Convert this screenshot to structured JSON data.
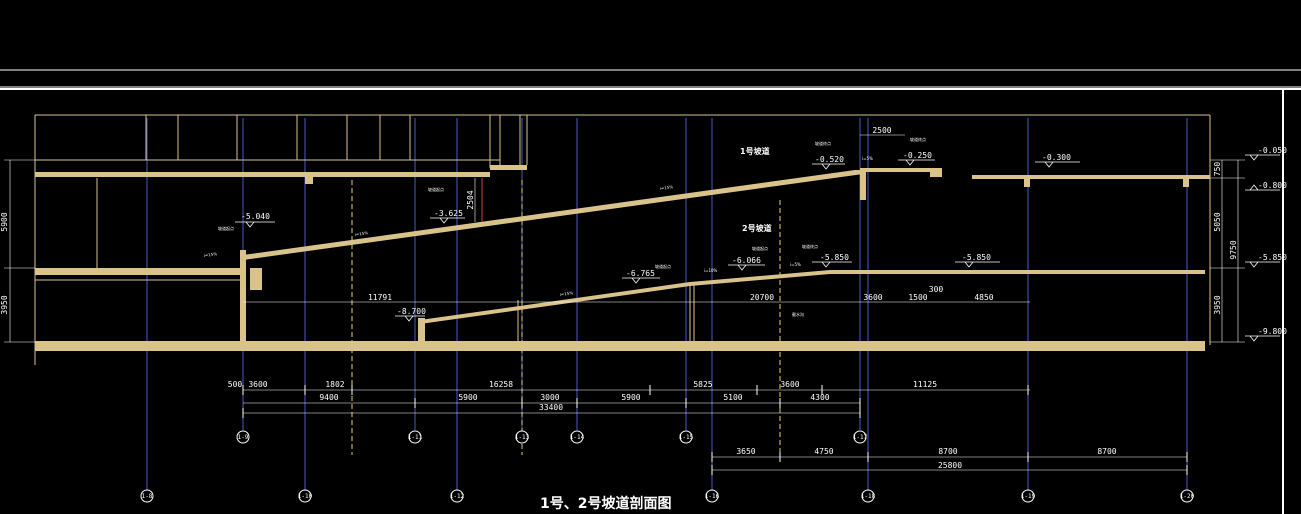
{
  "title": "1号、2号坡道剖面图",
  "colors": {
    "background": "#000000",
    "structure": "#d9c38a",
    "grid_line": "#4f58c8",
    "dimension": "#ffffff",
    "section_line": "#e0d26a",
    "leader": "#e03a3a"
  },
  "ramp_labels": {
    "ramp1": "1号坡道",
    "ramp2": "2号坡道"
  },
  "elevations_left": {
    "e_5040": "-5.040",
    "e_3625": "-3.625",
    "e_8700": "-8.700",
    "e_6765": "-6.765",
    "e_6066": "-6.066"
  },
  "elevations_mid": {
    "e_0520": "-0.520",
    "e_0250": "-0.250",
    "e_0300": "-0.300",
    "e_5850a": "-5.850",
    "e_5850b": "-5.850"
  },
  "elevations_right": {
    "r_0050": "-0.050",
    "r_0800": "-0.800",
    "r_5850": "-5.850",
    "r_9800": "-9.800"
  },
  "vertical_dims": {
    "left_upper": "5900",
    "left_lower": "3950",
    "mid_2504": "2504",
    "right_750": "750",
    "right_5050": "5050",
    "right_9750": "9750",
    "right_3950": "3950"
  },
  "internal_dims": {
    "d11791": "11791",
    "d20700": "20700",
    "d3600": "3600",
    "d1500": "1500",
    "d300": "300",
    "d4850": "4850",
    "d2500": "2500"
  },
  "bottom_dims_row1": [
    "500",
    "3600",
    "1802",
    "16258",
    "5825",
    "3600",
    "11125"
  ],
  "bottom_dims_row2": [
    "9400",
    "5900",
    "3000",
    "5900",
    "5100",
    "4300"
  ],
  "bottom_total_1": "33400",
  "bottom_dims_row4": [
    "3650",
    "4750",
    "8700",
    "8700"
  ],
  "bottom_total_2": "25800",
  "axis_labels": [
    "1-8",
    "1-9",
    "1-10",
    "1-11",
    "1-12",
    "1-13",
    "1-14",
    "1-15",
    "1-16",
    "1-17",
    "1-18",
    "1-19",
    "1-20"
  ],
  "slope_notes": {
    "s1": "i=15%",
    "s2": "i=15%",
    "s3": "i=15%",
    "s4": "i=15%",
    "s5": "i=10%",
    "s6": "i=5%",
    "s7": "i=5%"
  },
  "small_notes": {
    "n1": "坡道起点",
    "n2": "坡道起点",
    "n3": "坡道终点",
    "n4": "坡道终点",
    "n5": "坡道起点",
    "n6": "坡道起点",
    "n7": "坡道终点",
    "n8": "截水沟"
  }
}
